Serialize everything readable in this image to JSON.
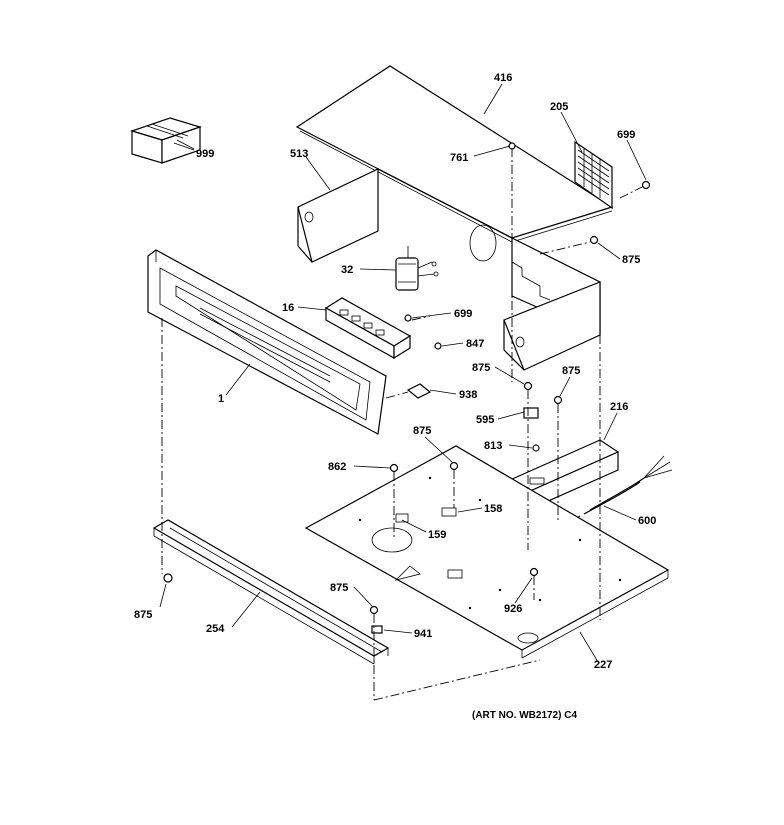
{
  "labels": {
    "l416": "416",
    "l205": "205",
    "l699a": "699",
    "l999": "999",
    "l513": "513",
    "l761": "761",
    "l875a": "875",
    "l32": "32",
    "l16": "16",
    "l699b": "699",
    "l847": "847",
    "l1": "1",
    "l875b": "875",
    "l875c": "875",
    "l938": "938",
    "l216": "216",
    "l595": "595",
    "l875d": "875",
    "l813": "813",
    "l862": "862",
    "l158": "158",
    "l600": "600",
    "l159": "159",
    "l875e": "875",
    "l875f": "875",
    "l254": "254",
    "l941": "941",
    "l926": "926",
    "l227": "227"
  },
  "art_number": "(ART NO. WB2172) C4"
}
